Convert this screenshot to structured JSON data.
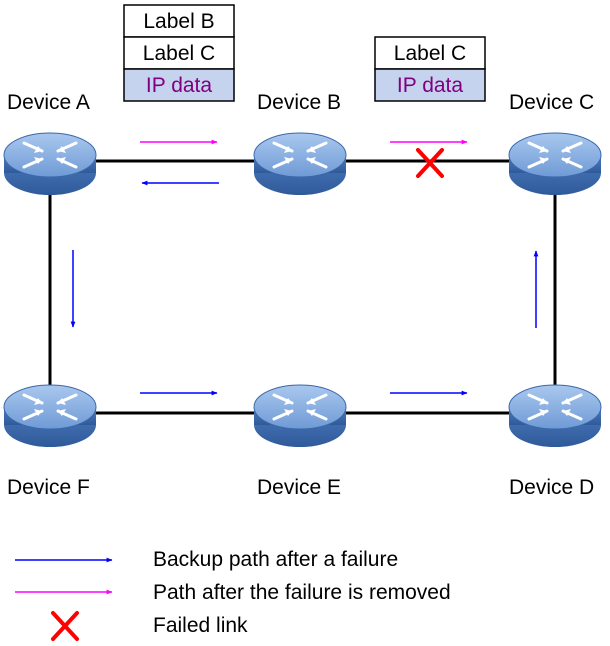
{
  "colors": {
    "link": "#000000",
    "backup_arrow": "#0000ff",
    "restored_arrow": "#ff00ff",
    "failure_mark": "#ff0000",
    "router_body": "#5b86c6",
    "router_top": "#8eb5e3",
    "label_text": "#000000",
    "ip_data_text": "#800080",
    "ip_data_fill": "#c6d3ee"
  },
  "devices": {
    "a": {
      "label": "Device A",
      "icon": "router-icon"
    },
    "b": {
      "label": "Device B",
      "icon": "router-icon"
    },
    "c": {
      "label": "Device C",
      "icon": "router-icon"
    },
    "d": {
      "label": "Device D",
      "icon": "router-icon"
    },
    "e": {
      "label": "Device E",
      "icon": "router-icon"
    },
    "f": {
      "label": "Device F",
      "icon": "router-icon"
    }
  },
  "label_stacks": {
    "a_to_b": [
      "Label B",
      "Label C",
      "IP data"
    ],
    "b_to_c": [
      "Label C",
      "IP data"
    ]
  },
  "legend": {
    "backup": "Backup path after a failure",
    "restored": "Path after the failure is removed",
    "failed": "Failed link"
  }
}
